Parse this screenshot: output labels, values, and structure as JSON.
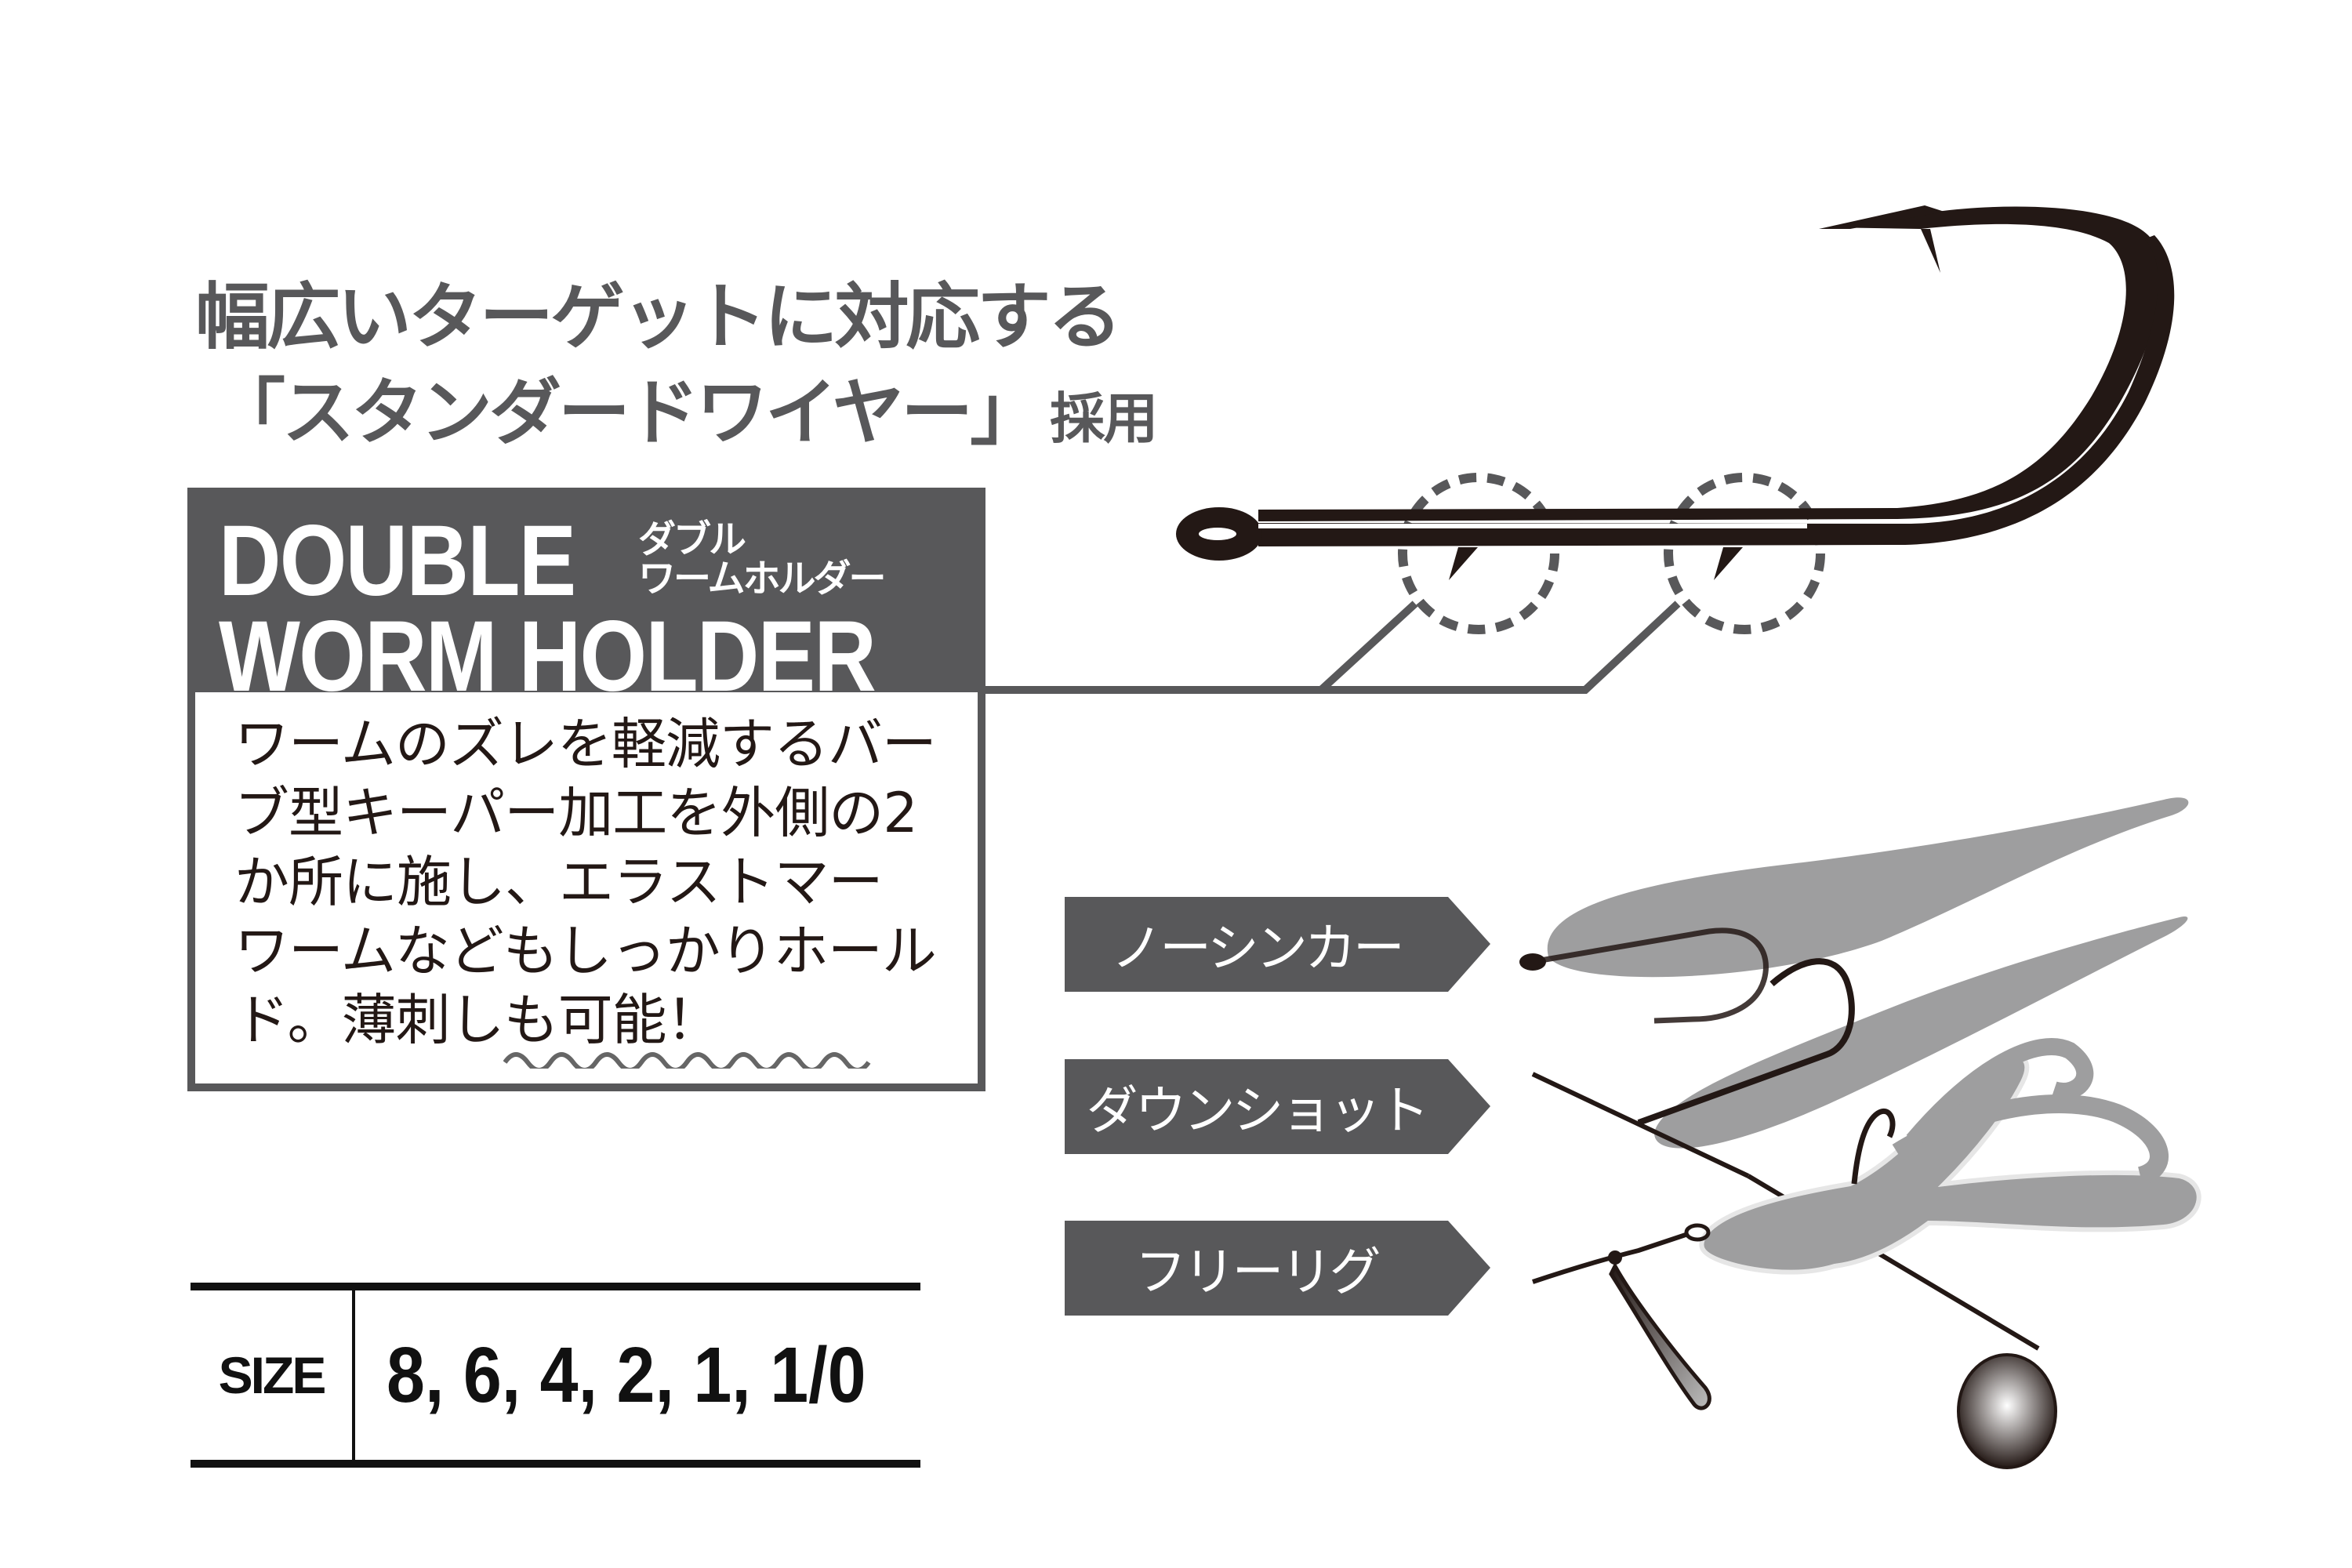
{
  "headline": {
    "line1": "幅広いターゲットに対応する",
    "line2_main": "「スタンダードワイヤー」",
    "line2_suffix": "採用",
    "color": "#58585a"
  },
  "feature": {
    "title_en_line1": "DOUBLE",
    "title_en_line2": "WORM HOLDER",
    "title_jp_line1": "ダブル",
    "title_jp_line2": "ワームホルダー",
    "header_bg": "#58585a",
    "description_lines": [
      "ワームのズレを軽減するバー",
      "ブ型キーパー加工を外側の2",
      "か所に施し、エラストマー",
      "ワームなどもしっかりホール",
      "ド。薄刺しも可能！"
    ]
  },
  "size": {
    "label": "SIZE",
    "values": "8, 6, 4, 2, 1, 1/0"
  },
  "rigs": [
    {
      "label": "ノーシンカー",
      "illustration": "no-sinker-rig"
    },
    {
      "label": "ダウンショット",
      "illustration": "down-shot-rig"
    },
    {
      "label": "フリーリグ",
      "illustration": "free-rig"
    }
  ],
  "illustrations": {
    "hook": "double-barb-hook-icon",
    "barb_callouts": 2,
    "hook_color": "#231815",
    "worm_color": "#9e9e9f",
    "callout_color": "#58585a"
  }
}
